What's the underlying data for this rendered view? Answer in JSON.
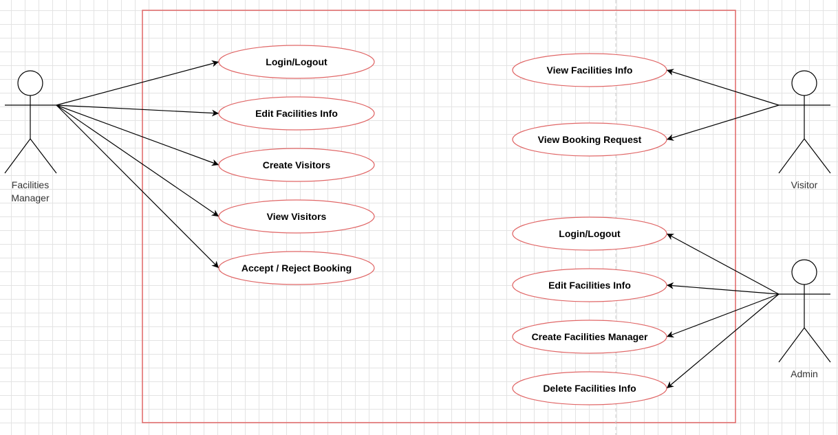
{
  "colors": {
    "boundary": "#e06666",
    "usecase_border": "#e06666",
    "line": "#000000",
    "grid": "#e3e3e3"
  },
  "actors": {
    "facilities_manager": {
      "line1": "Facilities",
      "line2": "Manager"
    },
    "visitor": {
      "label": "Visitor"
    },
    "admin": {
      "label": "Admin"
    }
  },
  "use_cases": {
    "fm_login": "Login/Logout",
    "fm_edit": "Edit Facilities Info",
    "fm_create_visitors": "Create Visitors",
    "fm_view_visitors": "View Visitors",
    "fm_accept_reject": "Accept / Reject Booking",
    "v_view_facilities": "View Facilities Info",
    "v_view_booking": "View Booking Request",
    "a_login": "Login/Logout",
    "a_edit": "Edit Facilities Info",
    "a_create_manager": "Create Facilities Manager",
    "a_delete": "Delete Facilities Info"
  }
}
